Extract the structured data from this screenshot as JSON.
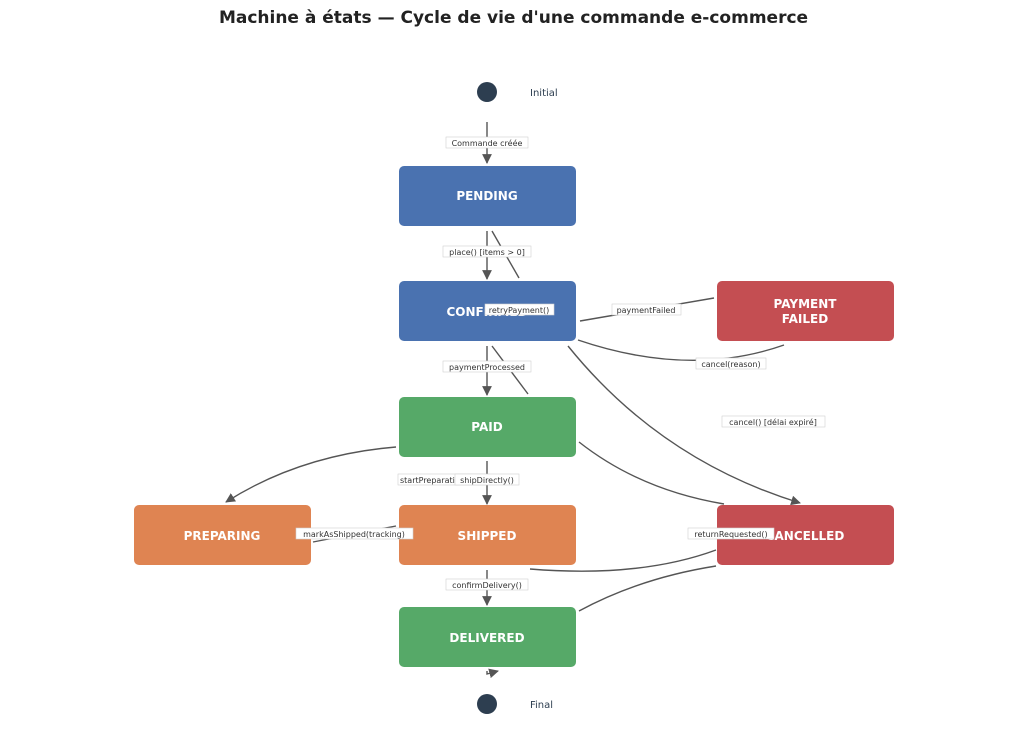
{
  "title": "Machine à états — Cycle de vie d'une commande e-commerce",
  "colors": {
    "blue": "#4a72b0",
    "green": "#56a968",
    "orange": "#df8452",
    "red": "#c44e52",
    "pseudo": "#2d3e50",
    "edge": "#555555"
  },
  "pseudo_states": {
    "initial": "Initial",
    "final": "Final"
  },
  "states": {
    "pending": "PENDING",
    "confirmed": "CONFIRMED",
    "payment_failed": [
      "PAYMENT",
      "FAILED"
    ],
    "paid": "PAID",
    "preparing": "PREPARING",
    "shipped": "SHIPPED",
    "cancelled": "CANCELLED",
    "delivered": "DELIVERED"
  },
  "transitions": {
    "created": "Commande créée",
    "place": "place() [items > 0]",
    "retry_payment": "retryPayment()",
    "payment_failed": "paymentFailed",
    "cancel_reason": "cancel(reason)",
    "payment_processed": "paymentProcessed",
    "cancel_expired": "cancel() [délai expiré]",
    "start_preparation": "startPreparation()",
    "ship_directly": "shipDirectly()",
    "mark_as_shipped": "markAsShipped(tracking)",
    "return_requested": "returnRequested()",
    "confirm_delivery": "confirmDelivery()"
  }
}
